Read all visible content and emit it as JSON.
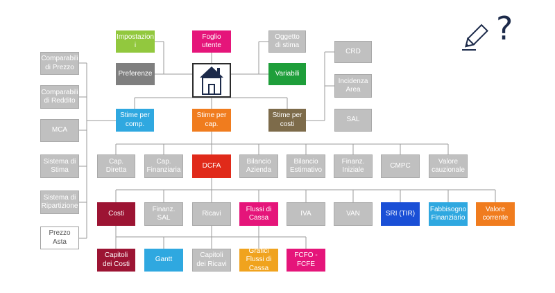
{
  "colors": {
    "gray": "#c0c0c0",
    "lime": "#92c83e",
    "magenta": "#e5157a",
    "dark_gray": "#7f7f7f",
    "green": "#1e9e3a",
    "sky_blue": "#2fa8e0",
    "orange": "#f07c1e",
    "olive": "#7d6b4a",
    "red": "#e02a1a",
    "dark_red": "#9c1433",
    "royal_blue": "#1a4fd6",
    "navy": "#1c2a4a"
  },
  "icons": {
    "home": "house-icon",
    "edit": "pencil-icon",
    "help": "question-mark-icon"
  },
  "help_mark": "?",
  "nodes": {
    "impostazioni": "Impostazion i",
    "foglio_utente": "Foglio utente",
    "oggetto_stima": "Oggetto di stima",
    "preferenze": "Preferenze",
    "variabili": "Variabili",
    "crd": "CRD",
    "incidenza_area": "Incidenza Area",
    "sal": "SAL",
    "stime_comp": "Stime per comp.",
    "stime_cap": "Stime per cap.",
    "stime_costi": "Stime per costi",
    "comparabili_prezzo": "Comparabili di Prezzo",
    "comparabili_reddito": "Comparabili di Reddito",
    "mca": "MCA",
    "sistema_stima": "Sistema di Stima",
    "sistema_ripartizione": "Sistema di Ripartizione",
    "prezzo_asta": "Prezzo Asta",
    "cap_diretta": "Cap. Diretta",
    "cap_finanziaria": "Cap. Finanziaria",
    "dcfa": "DCFA",
    "bilancio_azienda": "Bilancio Azienda",
    "bilancio_estimativo": "Bilancio Estimativo",
    "finanz_iniziale": "Finanz. Iniziale",
    "cmpc": "CMPC",
    "valore_cauzionale": "Valore cauzionale",
    "costi": "Costi",
    "finanz_sal": "Finanz. SAL",
    "ricavi": "Ricavi",
    "flussi_cassa": "Flussi di Cassa",
    "iva": "IVA",
    "van": "VAN",
    "sri_tir": "SRI (TIR)",
    "fabbisogno": "Fabbisogno Finanziario",
    "valore_corrente": "Valore corrente",
    "capitoli_costi": "Capitoli dei Costi",
    "gantt": "Gantt",
    "capitoli_ricavi": "Capitoli dei Ricavi",
    "grafici_flussi": "Grafici Flussi di Cassa",
    "fcfo_fcfe": "FCFO - FCFE"
  }
}
